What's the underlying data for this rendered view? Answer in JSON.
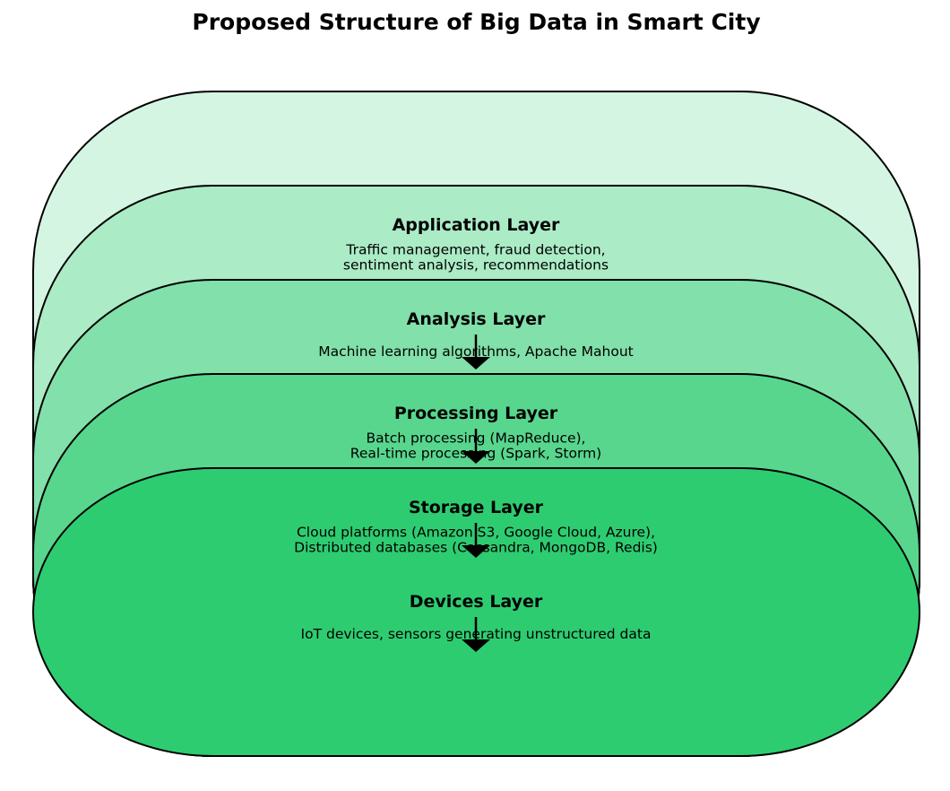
{
  "title": "Proposed Structure of Big Data in Smart City",
  "layers": [
    {
      "name": "Application Layer",
      "description": [
        "Traffic management, fraud detection,",
        "sentiment analysis, recommendations"
      ],
      "color": "#d5f5e3"
    },
    {
      "name": "Analysis Layer",
      "description": [
        "Machine learning algorithms, Apache Mahout"
      ],
      "color": "#abebc6"
    },
    {
      "name": "Processing Layer",
      "description": [
        "Batch processing (MapReduce),",
        "Real-time processing (Spark, Storm)"
      ],
      "color": "#82e0aa"
    },
    {
      "name": "Storage Layer",
      "description": [
        "Cloud platforms (Amazon S3, Google Cloud, Azure),",
        "Distributed databases (Cassandra, MongoDB, Redis)"
      ],
      "color": "#58d68d"
    },
    {
      "name": "Devices Layer",
      "description": [
        "IoT devices, sensors generating unstructured data"
      ],
      "color": "#2ecc71"
    }
  ]
}
